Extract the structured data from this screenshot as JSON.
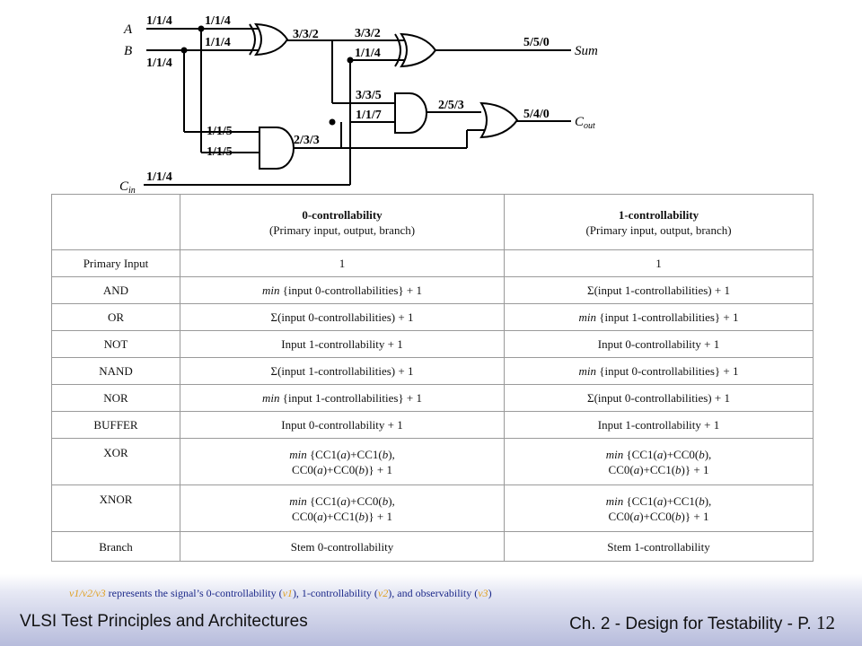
{
  "circuit": {
    "inputs": {
      "a": "A",
      "b": "B",
      "cin": "C",
      "cin_sub": "in"
    },
    "outputs": {
      "sum": "Sum",
      "cout": "C",
      "cout_sub": "out"
    },
    "labels": {
      "a_in": "1/1/4",
      "a_branch": "1/1/4",
      "b_in": "1/1/4",
      "b_branch": "1/1/4",
      "xor1_out": "3/3/2",
      "xor2_in": "3/3/2",
      "sum_out": "5/5/0",
      "cin_xor": "1/1/4",
      "and2_in_top": "3/3/5",
      "and2_in_bot": "1/1/7",
      "and2_out": "2/5/3",
      "cout_out": "5/4/0",
      "and1_a": "1/1/5",
      "and1_b": "1/1/5",
      "and1_out": "2/3/3",
      "cin_in": "1/1/4"
    }
  },
  "table": {
    "header": {
      "col0_title": "0-controllability",
      "col0_sub": "(Primary input, output, branch)",
      "col1_title": "1-controllability",
      "col1_sub": "(Primary input, output, branch)"
    },
    "rows": [
      {
        "name": "Primary Input",
        "c0": "1",
        "c1": "1"
      },
      {
        "name": "AND",
        "c0_min": "min",
        "c0": "{input 0-controllabilities} + 1",
        "c1": "Σ(input 1-controllabilities) + 1"
      },
      {
        "name": "OR",
        "c0": "Σ(input 0-controllabilities) + 1",
        "c1_min": "min",
        "c1": "{input 1-controllabilities} + 1"
      },
      {
        "name": "NOT",
        "c0": "Input 1-controllability + 1",
        "c1": "Input 0-controllability + 1"
      },
      {
        "name": "NAND",
        "c0": "Σ(input 1-controllabilities) + 1",
        "c1_min": "min",
        "c1": "{input 0-controllabilities} + 1"
      },
      {
        "name": "NOR",
        "c0_min": "min",
        "c0": "{input 1-controllabilities} + 1",
        "c1": "Σ(input 0-controllabilities) + 1"
      },
      {
        "name": "BUFFER",
        "c0": "Input 0-controllability + 1",
        "c1": "Input 1-controllability + 1"
      },
      {
        "name": "XOR",
        "c0_min": "min",
        "c0_l1a": "{CC1(",
        "c0_l1v1": "a",
        "c0_l1b": ")+CC1(",
        "c0_l1v2": "b",
        "c0_l1c": "),",
        "c0_l2a": "CC0(",
        "c0_l2v1": "a",
        "c0_l2b": ")+CC0(",
        "c0_l2v2": "b",
        "c0_l2c": ")} + 1",
        "c1_min": "min",
        "c1_l1a": "{CC1(",
        "c1_l1v1": "a",
        "c1_l1b": ")+CC0(",
        "c1_l1v2": "b",
        "c1_l1c": "),",
        "c1_l2a": "CC0(",
        "c1_l2v1": "a",
        "c1_l2b": ")+CC1(",
        "c1_l2v2": "b",
        "c1_l2c": ")} + 1"
      },
      {
        "name": "XNOR",
        "c0_min": "min",
        "c0_l1a": "{CC1(",
        "c0_l1v1": "a",
        "c0_l1b": ")+CC0(",
        "c0_l1v2": "b",
        "c0_l1c": "),",
        "c0_l2a": "CC0(",
        "c0_l2v1": "a",
        "c0_l2b": ")+CC1(",
        "c0_l2v2": "b",
        "c0_l2c": ")} + 1",
        "c1_min": "min",
        "c1_l1a": "{CC1(",
        "c1_l1v1": "a",
        "c1_l1b": ")+CC1(",
        "c1_l1v2": "b",
        "c1_l1c": "),",
        "c1_l2a": "CC0(",
        "c1_l2v1": "a",
        "c1_l2b": ")+CC0(",
        "c1_l2v2": "b",
        "c1_l2c": ")} + 1"
      },
      {
        "name": "Branch",
        "c0": "Stem 0-controllability",
        "c1": "Stem 1-controllability"
      }
    ]
  },
  "note": {
    "p1": "v1/v2/v3",
    "p2": " represents the signal’s 0-controllability (",
    "p3": "v1",
    "p4": "), 1-controllability (",
    "p5": "v2",
    "p6": "), and observability (",
    "p7": "v3",
    "p8": ")"
  },
  "footer": {
    "course": "VLSI Test Principles and Architectures",
    "chapter": "Ch. 2 - Design for Testability - P.",
    "page": "12"
  },
  "colors": {
    "note_text": "#1d2a8a",
    "note_highlight": "#e0a020",
    "footer_band": "#b7bcdc"
  }
}
